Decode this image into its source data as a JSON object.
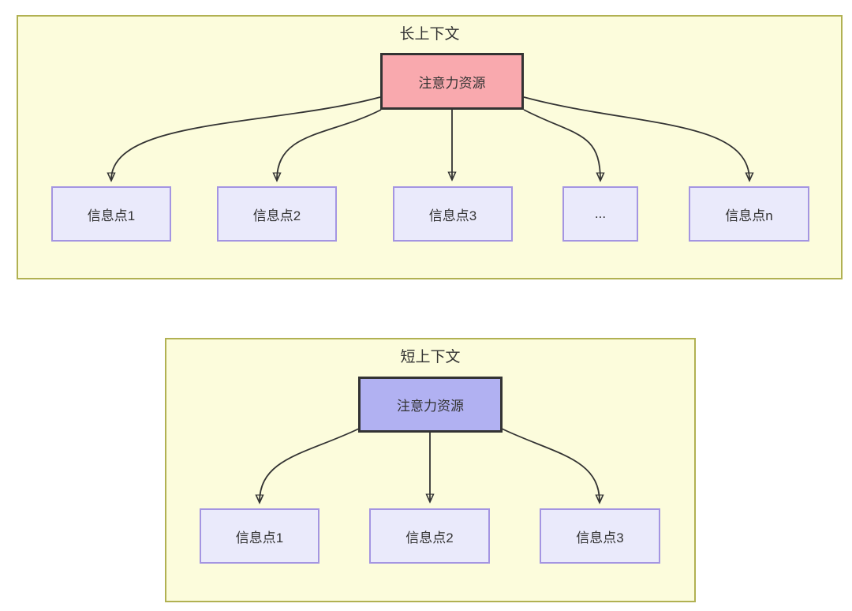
{
  "long_context": {
    "title": "长上下文",
    "hub_label": "注意力资源",
    "nodes": [
      "信息点1",
      "信息点2",
      "信息点3",
      "...",
      "信息点n"
    ]
  },
  "short_context": {
    "title": "短上下文",
    "hub_label": "注意力资源",
    "nodes": [
      "信息点1",
      "信息点2",
      "信息点3"
    ]
  },
  "colors": {
    "container_fill": "#FCFCDC",
    "container_border": "#B1B152",
    "long_hub_fill": "#F9A9AE",
    "short_hub_fill": "#B1B1F2",
    "hub_border": "#333333",
    "node_fill": "#EAEAFB",
    "node_border": "#A495E2",
    "arrow": "#333333",
    "text": "#333333"
  }
}
